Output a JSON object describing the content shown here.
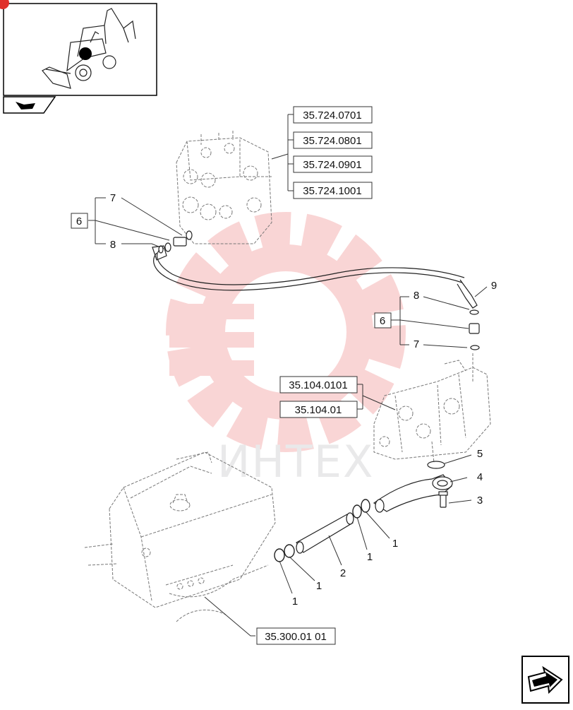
{
  "thumbnail": {
    "icon": "backhoe-loader-icon"
  },
  "watermark": {
    "text": "ИНТЕХ",
    "color": "#f08a8a"
  },
  "references": {
    "valve_refs": [
      "35.724.0701",
      "35.724.0801",
      "35.724.0901",
      "35.724.1001"
    ],
    "pump_refs": [
      "35.104.0101",
      "35.104.01"
    ],
    "tank_ref": "35.300.01 01"
  },
  "callouts": {
    "fitting_kit_upper": "6",
    "fitting_kit_lower": "6",
    "seal_upper_a": "7",
    "seal_upper_b": "8",
    "hose": "9",
    "seal_lower_a": "8",
    "seal_lower_b": "7",
    "oring_flange": "5",
    "flange_pipe": "4",
    "bolt": "3",
    "suction_hose": "2",
    "clamp_a": "1",
    "clamp_b": "1",
    "clamp_c": "1",
    "clamp_d": "1"
  },
  "nav": {
    "next_icon": "next-page-arrow-icon",
    "prev_icon": "previous-page-arrow-icon"
  }
}
